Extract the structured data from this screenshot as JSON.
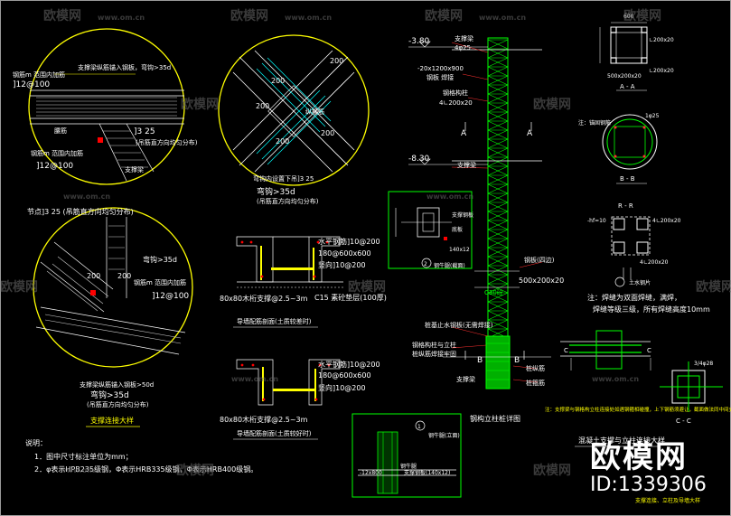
{
  "watermark": {
    "site": "www.om.cn",
    "brand": "欧模网"
  },
  "logo": {
    "brand": "欧模网",
    "id": "ID:1339306"
  },
  "detail_a": {
    "label1": "钢筋m 范围内加筋",
    "label1b": "]12@100",
    "label2": "支撑梁纵筋锚入钢板，弯钩>35d",
    "label3": "钢筋m 范围内加筋",
    "label3b": "]12@100",
    "label4": "腰筋",
    "label5": "]3 25",
    "label6": "(吊筋直方向均匀分布)",
    "label7": "支撑梁"
  },
  "detail_b": {
    "label_200a": "200",
    "label_200b": "200",
    "label_200c": "200",
    "label_200d": "200",
    "label_200e": "200",
    "center": "纵横筋",
    "note1": "弯钩内设置下吊]3 25",
    "note2": "弯钩>35d",
    "note3": "(吊筋直方向均匀分布)"
  },
  "detail_c": {
    "label1": "节点]3 25 (吊筋直方向均匀分布)",
    "label2": "弯钩>35d",
    "label3": "200",
    "label3b": "200",
    "label4": "钢筋m 范围内加筋",
    "label4b": "]12@100",
    "label5": "支撑梁纵筋锚入钢板>50d",
    "label6": "弯钩>35d",
    "label7": "(吊筋直方向均匀分布)",
    "title": "支撑连接大样"
  },
  "section1": {
    "l1": "水平钢筋]10@200",
    "l2": "180@600x600",
    "l3": "竖向]10@200",
    "l4": "80x80木桁支撑@2.5~3m",
    "l5": "C15 素砼垫层(100厚)",
    "title": "导墙配筋剖面(土质较差时)"
  },
  "section2": {
    "l1": "水平钢筋]10@200",
    "l2": "180@600x600",
    "l3": "竖向]10@200",
    "l4": "80x80木桁支撑@2.5~3m",
    "title": "导墙配筋剖面(土质较好时)"
  },
  "column": {
    "lev1": "-3.80",
    "lev2": "-8.30",
    "tag1": "支撑梁",
    "tag1b": "4φ25",
    "tag2": "-20x1200x900",
    "tag2b": "钢板 焊接",
    "tag3": "钢格构柱",
    "tag3b": "4∟200x20",
    "tag4": "支撑梁",
    "tag5": "钢板(四边)",
    "tag5b": "500x200x20",
    "tag6": "C30砼",
    "tag7": "桩基止水钢板(无需焊接)",
    "tag8": "钢格构柱与立柱",
    "tag8b": "桩纵筋焊接牢固",
    "tag9": "桩纵筋",
    "tag10": "桩箍筋",
    "tag11": "支撑梁",
    "secA1": "A",
    "secA2": "A",
    "secB1": "B",
    "secB2": "B",
    "title": "钢构立柱桩详图"
  },
  "plate_detail": {
    "l1": "支撑钢板",
    "l2": "底板",
    "l3": "140x12",
    "title": "钢牛腿(截面)",
    "num": "2"
  },
  "plate_detail2": {
    "l1": "-12x800",
    "l2": "钢牛腿",
    "l3": "支撑钢板(140x12)",
    "title": "钢牛腿(立面)",
    "num": "1"
  },
  "right_details": {
    "aa_dim1": "600",
    "aa_l1": "∟200x20",
    "aa_l2": "500x200x20",
    "aa_l3": "∟200x20",
    "aa_title": "A - A",
    "bb_l1": "注：锚固钢筋",
    "bb_l2": "1φ25",
    "bb_title": "B - B",
    "cc_l1": "-hf=10",
    "cc_l2": "4∟200x20",
    "cc_l3": "4∟200x20",
    "cc_title": "R - R",
    "bar_label": "土水钢片",
    "note1": "注：焊缝为双面焊缝，满焊，",
    "note2": "焊缝等级三级，所有焊缝高度10mm",
    "cc2_title": "C - C",
    "cc2_l1": "3/4φ28",
    "note3": "注：支撑梁与钢格构立柱连接处如遇钢箍相碰撞，上下钢筋须避让，截面做法同中间支撑",
    "title": "混凝土支撑与立柱连接大样",
    "corner": "支撑连接、立柱及导墙大样"
  },
  "notes": {
    "head": "说明：",
    "n1": "1．图中尺寸标注单位为mm；",
    "n2": "2．φ表示HPB235级钢，Φ表示HRB335级钢，Φ表示HRB400级钢。"
  }
}
